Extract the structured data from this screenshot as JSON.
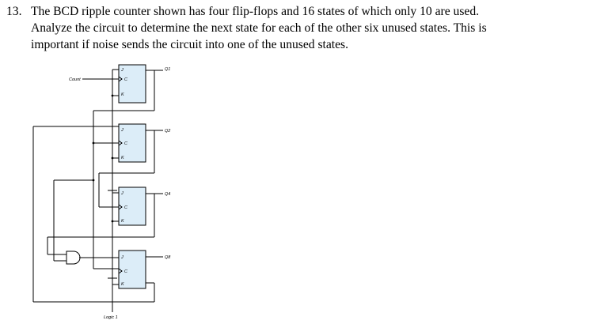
{
  "problem": {
    "number": "13.",
    "lines": [
      "The BCD ripple counter shown has four flip-flops and 16 states of which only 10 are used.",
      "Analyze the circuit to determine the next state for each of the other six unused states.  This is",
      "important if noise sends the circuit into one of the unused states."
    ]
  },
  "circuit": {
    "clock_label": "Count",
    "logic_label": "Logic 1",
    "flipflops": [
      {
        "j": "J",
        "c": "C",
        "k": "K",
        "output": "Q1"
      },
      {
        "j": "J",
        "c": "C",
        "k": "K",
        "output": "Q2"
      },
      {
        "j": "J",
        "c": "C",
        "k": "K",
        "output": "Q4"
      },
      {
        "j": "J",
        "c": "C",
        "k": "K",
        "output": "Q8"
      }
    ]
  }
}
